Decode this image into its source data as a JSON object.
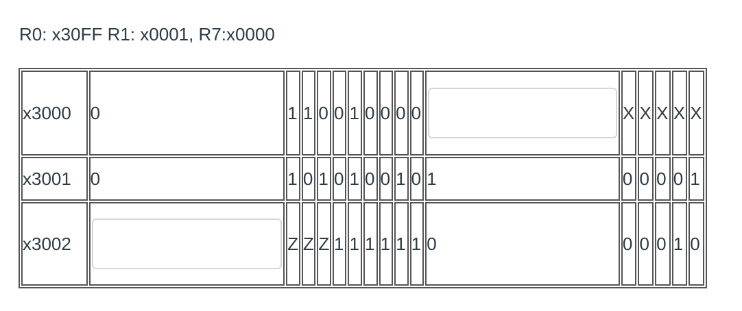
{
  "header": "R0: x30FF R1: x0001, R7:x0000",
  "rows": [
    {
      "addr": "x3000",
      "c1": "0",
      "mid": [
        "1",
        "1",
        "0",
        "0",
        "1",
        "0",
        "0",
        "0",
        "0"
      ],
      "wide": "",
      "tail": [
        "X",
        "X",
        "X",
        "X",
        "X"
      ]
    },
    {
      "addr": "x3001",
      "c1": "0",
      "mid": [
        "1",
        "0",
        "1",
        "0",
        "1",
        "0",
        "0",
        "1",
        "0"
      ],
      "wide": "1",
      "tail": [
        "0",
        "0",
        "0",
        "0",
        "1"
      ]
    },
    {
      "addr": "x3002",
      "c1": "",
      "mid": [
        "Z",
        "Z",
        "Z",
        "1",
        "1",
        "1",
        "1",
        "1",
        "1"
      ],
      "wide": "0",
      "tail": [
        "0",
        "0",
        "0",
        "1",
        "0"
      ]
    }
  ]
}
